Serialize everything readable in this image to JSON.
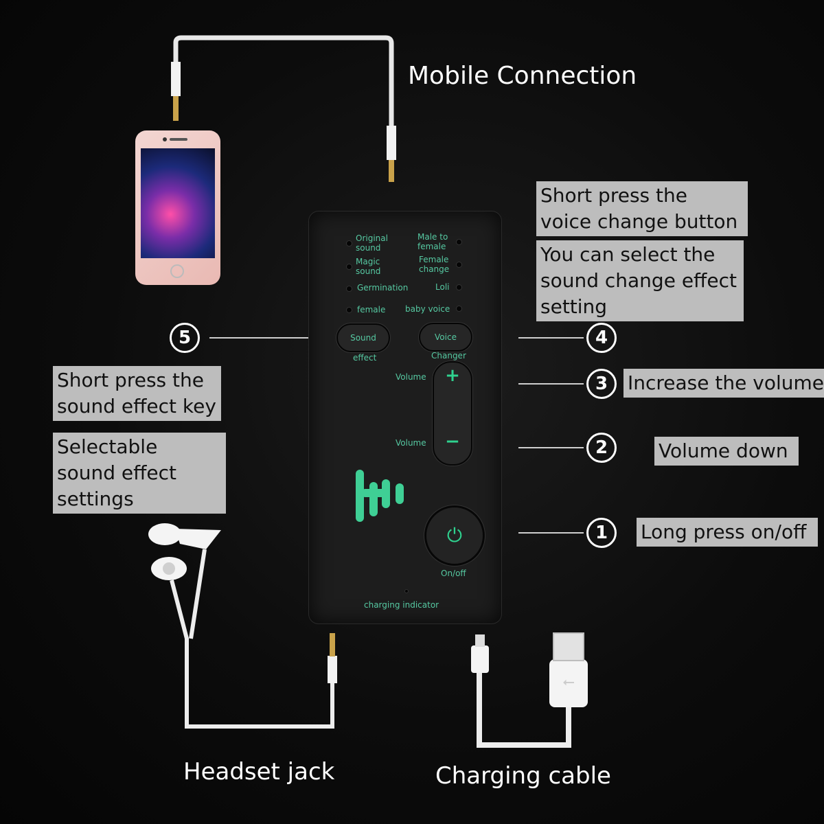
{
  "labels": {
    "mobile_connection": "Mobile Connection",
    "headset_jack": "Headset jack",
    "charging_cable": "Charging cable"
  },
  "callouts": {
    "voice_short_press": "Short press the voice change button",
    "voice_select": "You can select the sound change effect setting",
    "increase_volume": "Increase the volume",
    "volume_down": "Volume down",
    "long_press": "Long press on/off",
    "sound_short_press": "Short press the sound effect key",
    "sound_select": "Selectable sound effect settings"
  },
  "numbers": {
    "n1": "1",
    "n2": "2",
    "n3": "3",
    "n4": "4",
    "n5": "5"
  },
  "device": {
    "modes_left": [
      "Original sound",
      "Magic sound",
      "Germination",
      "female"
    ],
    "modes_right": [
      "Male to female",
      "Female change",
      "Loli",
      "baby voice"
    ],
    "sound_effect_button": "Sound",
    "sound_effect_caption": "effect",
    "voice_changer_button": "Voice",
    "voice_changer_caption": "Changer",
    "volume_up_label": "Volume",
    "volume_down_label": "Volume",
    "plus": "+",
    "minus": "−",
    "power_icon": "⏻",
    "onoff_label": "On/off",
    "charging_indicator": "charging indicator"
  },
  "colors": {
    "accent": "#2fd28f",
    "callout_bg": "#bdbdbd"
  }
}
